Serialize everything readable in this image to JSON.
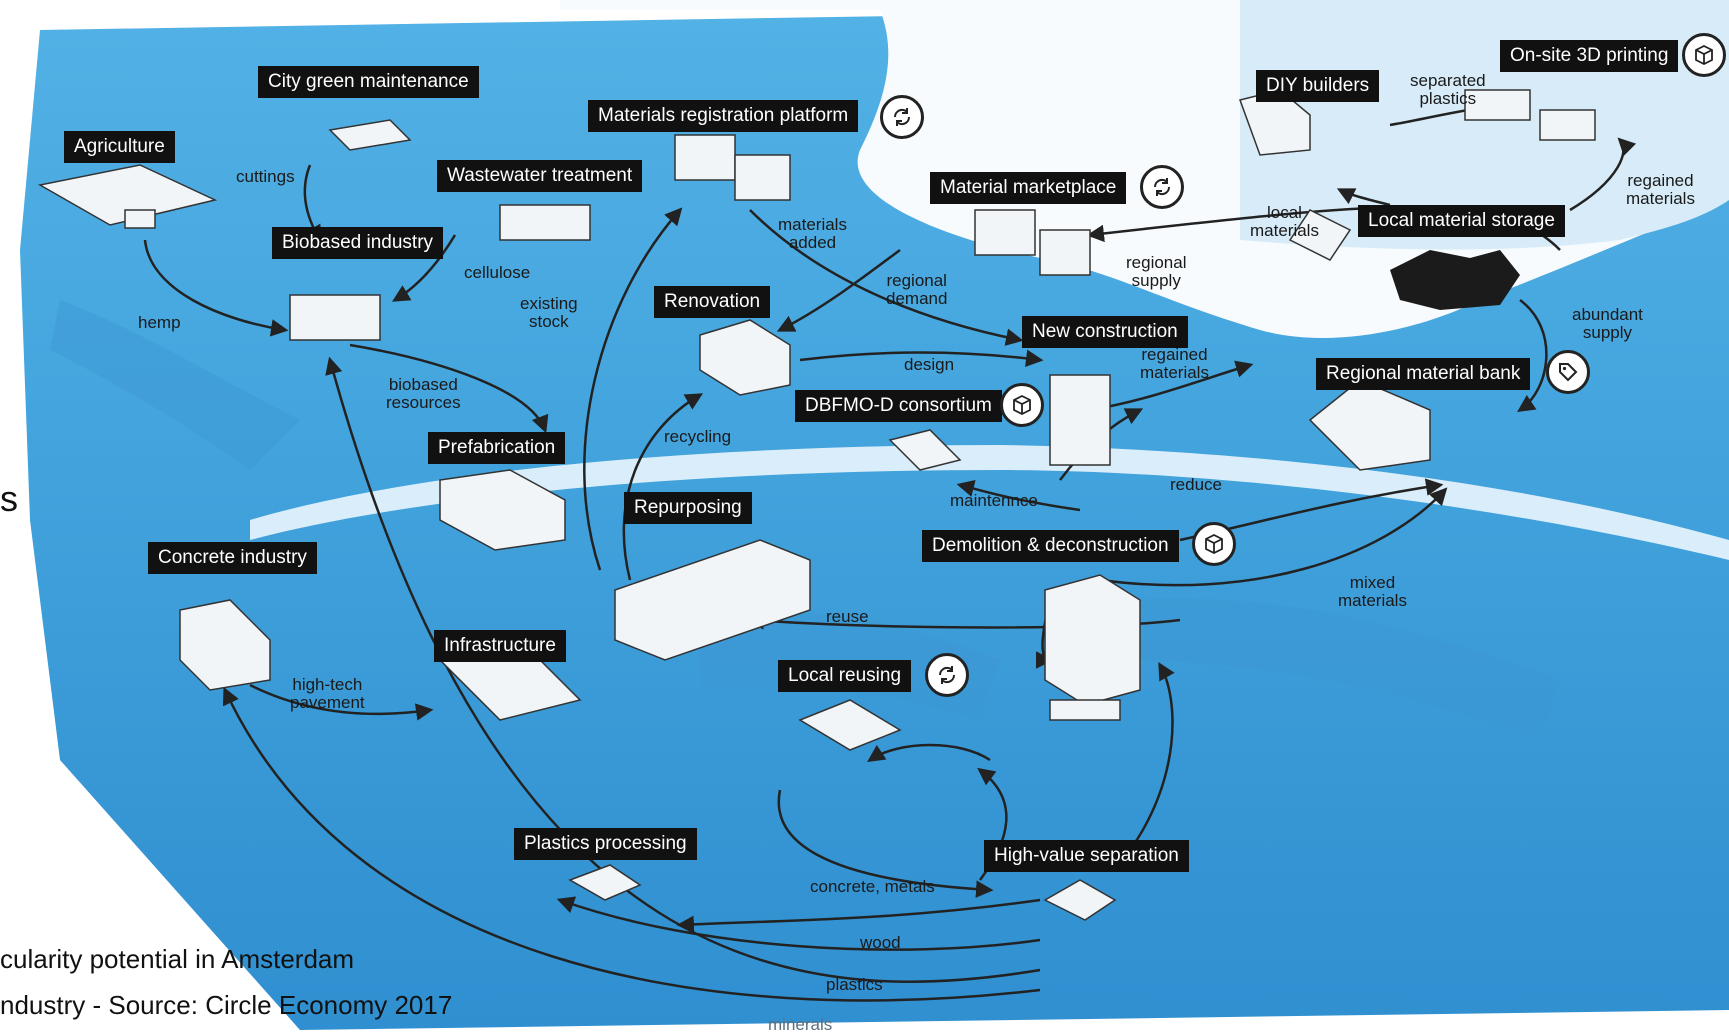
{
  "diagram": {
    "nodes": {
      "agriculture": "Agriculture",
      "city_green": "City green maintenance",
      "wastewater": "Wastewater treatment",
      "biobased_industry": "Biobased industry",
      "materials_registration": "Materials registration platform",
      "material_marketplace": "Material marketplace",
      "diy_builders": "DIY builders",
      "onsite_3d": "On-site 3D printing",
      "local_storage": "Local material storage",
      "renovation": "Renovation",
      "new_construction": "New construction",
      "dbfmo": "DBFMO-D consortium",
      "regional_bank": "Regional material bank",
      "prefabrication": "Prefabrication",
      "repurposing": "Repurposing",
      "concrete_industry": "Concrete industry",
      "demolition": "Demolition & deconstruction",
      "infrastructure": "Infrastructure",
      "local_reusing": "Local reusing",
      "plastics_processing": "Plastics processing",
      "high_value_separation": "High-value separation"
    },
    "flows": {
      "cuttings": "cuttings",
      "hemp": "hemp",
      "cellulose": "cellulose",
      "existing_stock": "existing\nstock",
      "materials_added": "materials\nadded",
      "regional_demand": "regional\ndemand",
      "regional_supply": "regional\nsupply",
      "separated_plastics": "separated\nplastics",
      "local_materials": "local\nmaterials",
      "regained_materials_top": "regained\nmaterials",
      "abundant_supply": "abundant\nsupply",
      "design": "design",
      "regained_materials_mid": "regained\nmaterials",
      "biobased_resources": "biobased\nresources",
      "recycling": "recycling",
      "reduce": "reduce",
      "maintennce": "maintennce",
      "mixed_materials": "mixed\nmaterials",
      "reuse": "reuse",
      "high_tech_pavement": "high-tech\npavement",
      "concrete_metals": "concrete, metals",
      "wood": "wood",
      "plastics": "plastics",
      "minerals": "minerals"
    }
  },
  "caption": {
    "line1": "cularity potential in Amsterdam",
    "line2": "ndustry - Source: Circle Economy 2017"
  },
  "left_fragment": "s",
  "icons": [
    "recycle-icon",
    "cube-icon",
    "tag-icon",
    "printer-icon"
  ],
  "colors": {
    "water": "#4aa6dd",
    "land": "#ffffff",
    "label_bg": "#111111",
    "label_text": "#ffffff",
    "arrow": "#222222"
  }
}
